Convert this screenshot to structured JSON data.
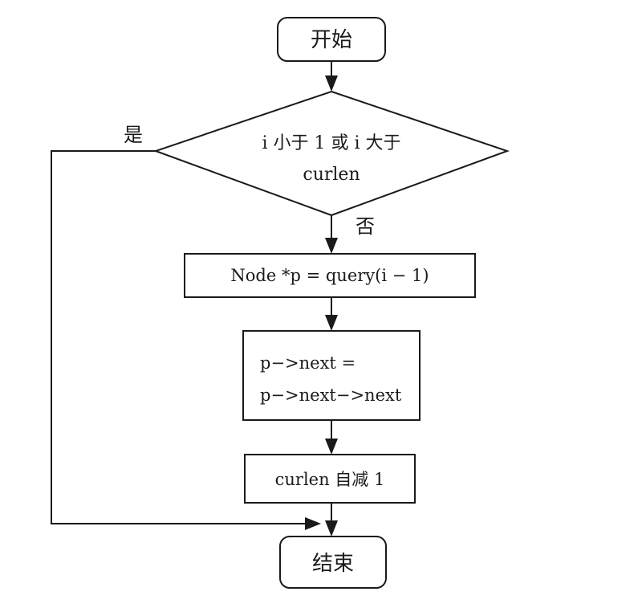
{
  "flowchart": {
    "start_label": "开始",
    "decision_line1": "i 小于 1 或 i 大于",
    "decision_line2": "curlen",
    "yes_label": "是",
    "no_label": "否",
    "step1_label": "Node *p = query(i − 1)",
    "step2_line1": "p−>next =",
    "step2_line2": "p−>next−>next",
    "step3_label": "curlen 自减 1",
    "end_label": "结束"
  }
}
